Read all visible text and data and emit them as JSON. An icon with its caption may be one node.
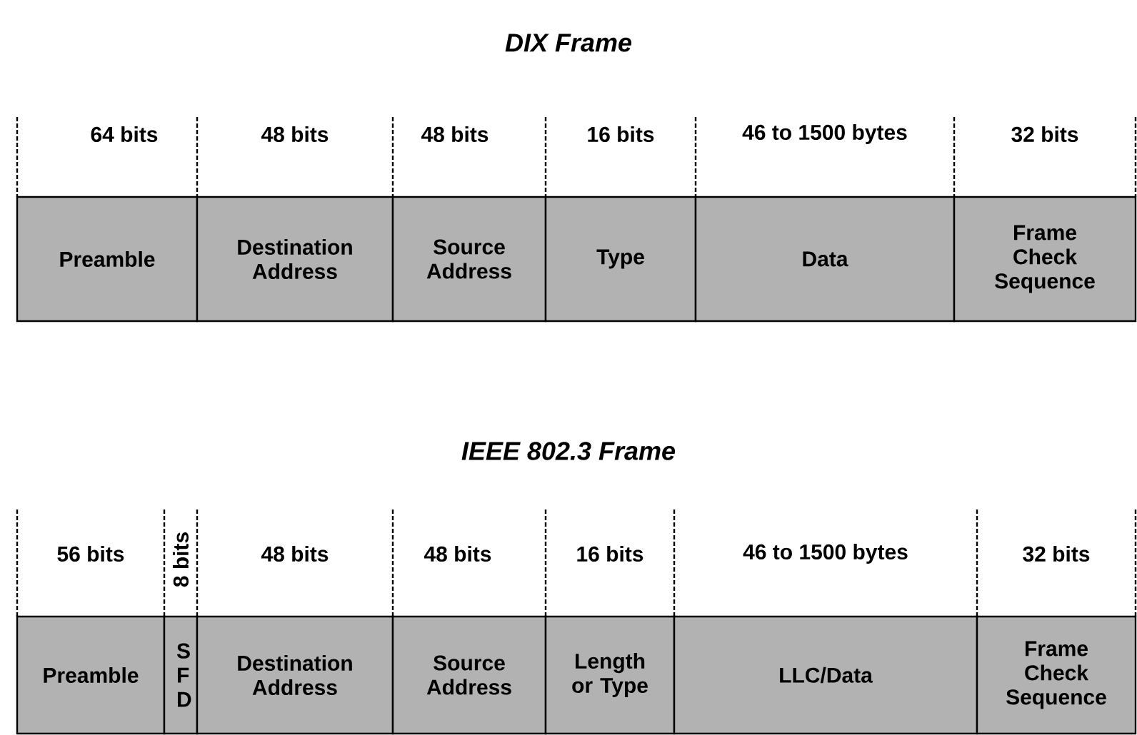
{
  "diagram": {
    "nodes": [
      {
        "text": [
          "Preamble"
        ],
        "beside": [
          "64 bits"
        ]
      },
      {
        "text": [
          "Destination Address"
        ],
        "beside": [
          "48 bits"
        ]
      },
      {
        "text": [
          "Source Address"
        ],
        "beside": [
          "48 bits"
        ]
      },
      {
        "text": [
          "Type"
        ],
        "beside": [
          "16 bits"
        ]
      },
      {
        "text": [
          "Data"
        ],
        "beside": [
          "46 to 1500 bytes"
        ]
      },
      {
        "text": [
          "Frame Check Sequence"
        ],
        "beside": [
          "32 bits"
        ]
      },
      {
        "text": [
          "Preamble"
        ],
        "beside": [
          "56 bits"
        ]
      },
      {
        "text": [
          "S F D"
        ],
        "beside": [
          "8 bits"
        ]
      },
      {
        "text": [
          "Destination Address"
        ],
        "beside": [
          "48 bits"
        ]
      },
      {
        "text": [
          "Source Address"
        ],
        "beside": [
          "48 bits"
        ]
      },
      {
        "text": [
          "Length or Type"
        ],
        "beside": [
          "16 bits"
        ]
      },
      {
        "text": [
          "LLC/Data"
        ],
        "beside": [
          "46 to 1500 bytes"
        ]
      },
      {
        "text": [
          "Frame Check Sequence"
        ],
        "beside": [
          "32 bits"
        ]
      }
    ],
    "labels": [
      "DIX Frame",
      "IEEE 802.3 Frame"
    ]
  }
}
